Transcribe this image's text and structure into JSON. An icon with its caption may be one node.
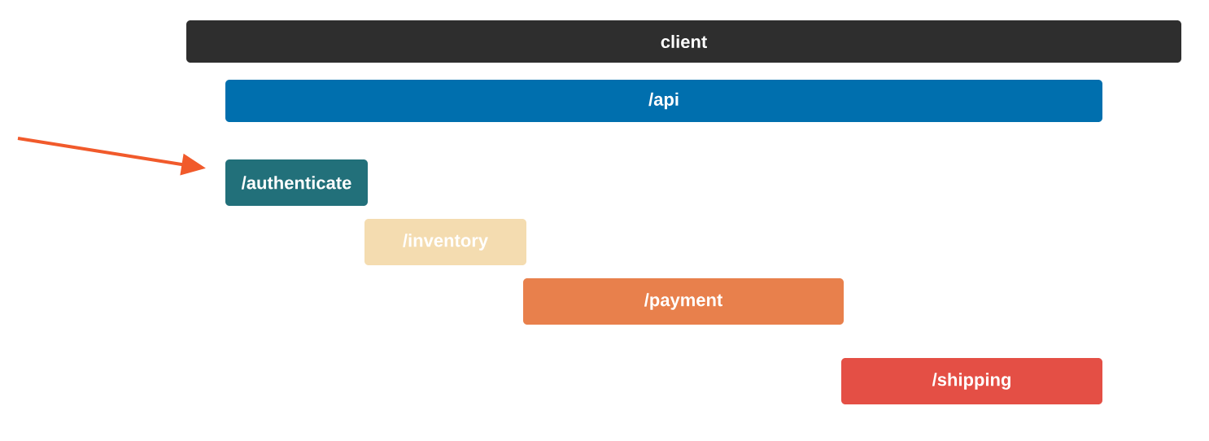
{
  "diagram": {
    "nodes": [
      {
        "text": [
          "client"
        ]
      },
      {
        "text": [
          "/api"
        ]
      },
      {
        "text": [
          "/authenticate"
        ]
      },
      {
        "text": [
          "/inventory"
        ]
      },
      {
        "text": [
          "/payment"
        ]
      },
      {
        "text": [
          "/shipping"
        ]
      }
    ],
    "edges": [
      {
        "from": null,
        "to": 2,
        "arrow": "to",
        "color": "#f15a2b"
      }
    ]
  }
}
